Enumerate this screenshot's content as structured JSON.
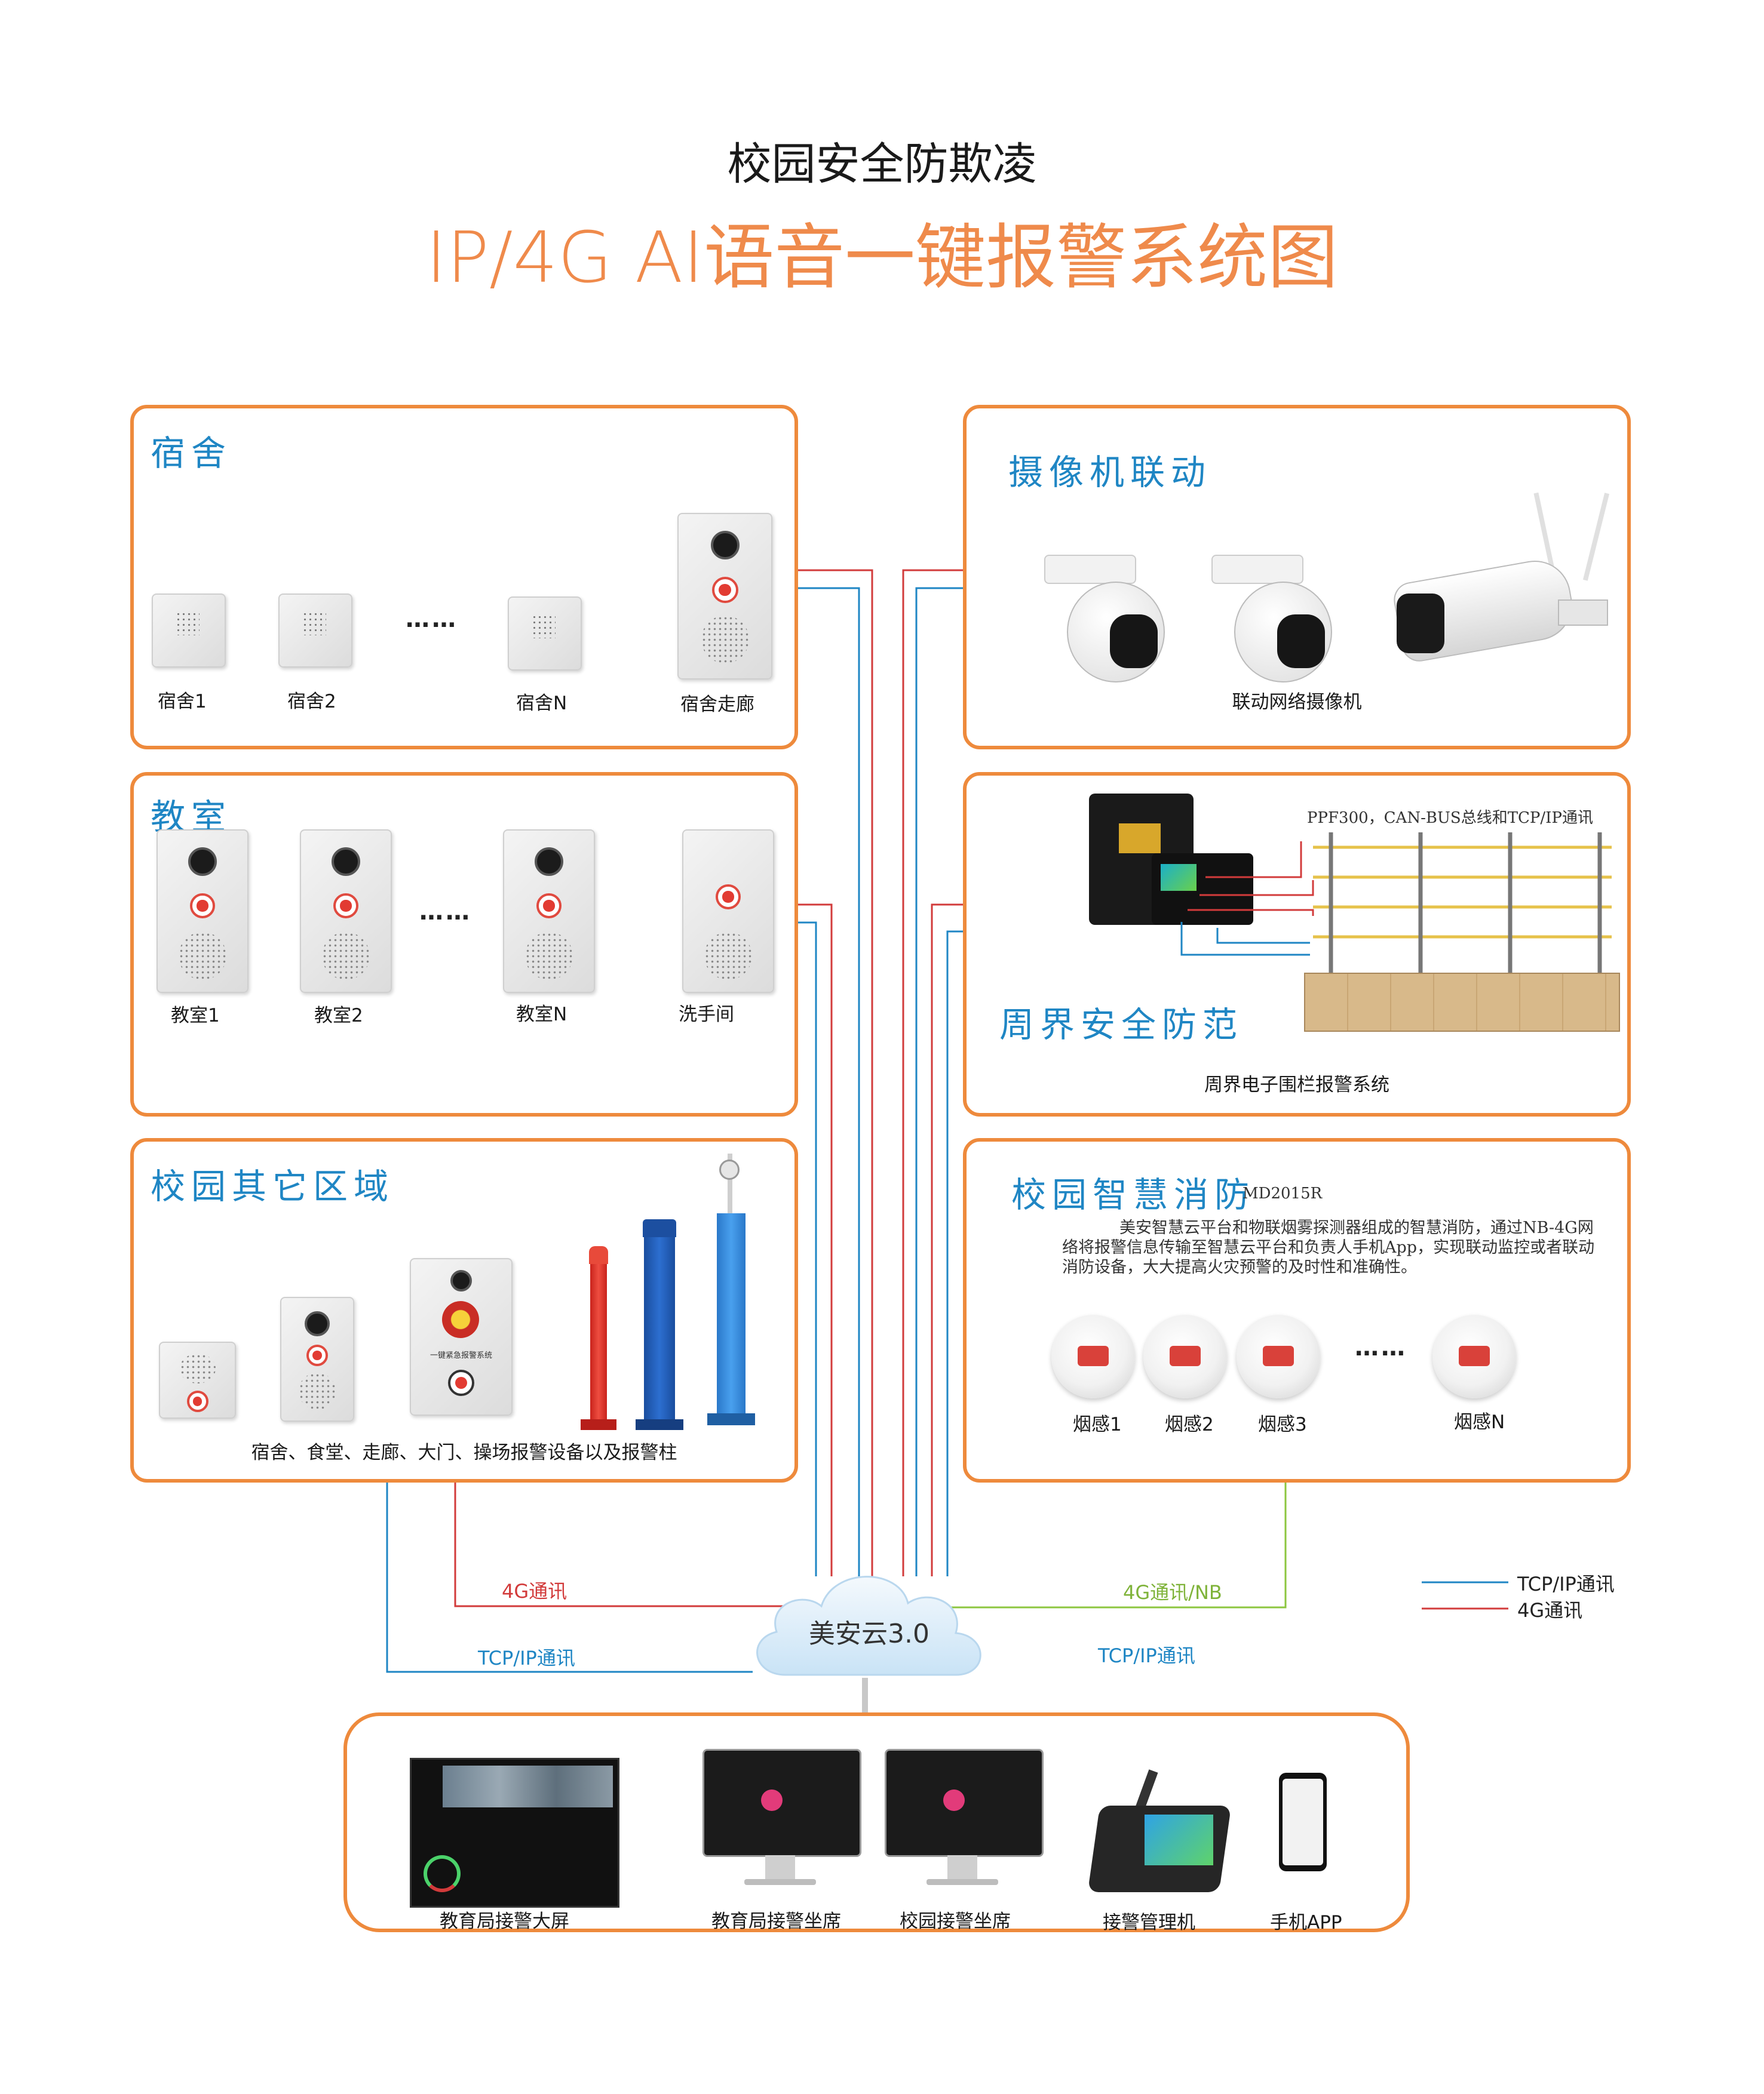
{
  "header": {
    "title": "校园安全防欺凌",
    "subtitle": "IP/4G AI语音一键报警系统图"
  },
  "dormitory": {
    "title": "宿舍",
    "items": [
      "宿舍1",
      "宿舍2",
      "宿舍N",
      "宿舍走廊"
    ],
    "ellipsis": "……"
  },
  "classroom": {
    "title": "教室",
    "items": [
      "教室1",
      "教室2",
      "教室N",
      "洗手间"
    ],
    "ellipsis": "……"
  },
  "other_areas": {
    "title": "校园其它区域",
    "caption": "宿舍、食堂、走廊、大门、操场报警设备以及报警柱",
    "alarm_box_text": "一键紧急报警系统"
  },
  "camera": {
    "title": "摄像机联动",
    "caption": "联动网络摄像机"
  },
  "perimeter": {
    "title": "周界安全防范",
    "note": "PPF300，CAN-BUS总线和TCP/IP通讯",
    "caption": "周界电子围栏报警系统"
  },
  "fire": {
    "title": "校园智慧消防",
    "model": "MD2015R",
    "description": "美安智慧云平台和物联烟雾探测器组成的智慧消防，通过NB-4G网络将报警信息传输至智慧云平台和负责人手机App，实现联动监控或者联动消防设备，大大提高火灾预警的及时性和准确性。",
    "items": [
      "烟感1",
      "烟感2",
      "烟感3",
      "烟感N"
    ],
    "ellipsis": "……"
  },
  "cloud": {
    "label": "美安云3.0"
  },
  "links": {
    "left_4g": "4G通讯",
    "left_tcp": "TCP/IP通讯",
    "right_4g_nb": "4G通讯/NB",
    "right_tcp": "TCP/IP通讯"
  },
  "legend": {
    "tcp": "TCP/IP通讯",
    "g4": "4G通讯",
    "tcp_color": "#1f86c4",
    "g4_color": "#d23b3b",
    "green_color": "#8cc63f",
    "accent": "#ee8a3c"
  },
  "terminals": {
    "items": [
      "教育局接警大屏",
      "教育局接警坐席",
      "校园接警坐席",
      "接警管理机",
      "手机APP"
    ]
  }
}
